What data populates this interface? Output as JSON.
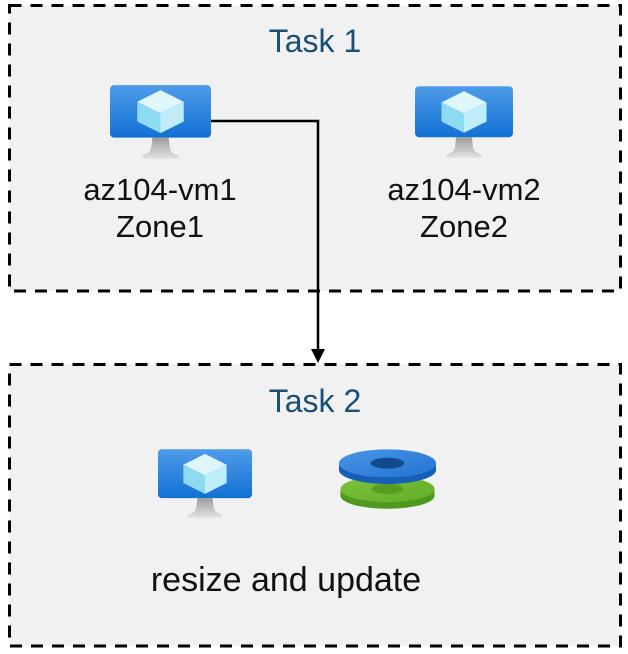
{
  "diagram": {
    "colors": {
      "title_color": "#1b4e74",
      "box_fill": "#f1f1f1",
      "box_border": "#000000",
      "arrow_color": "#000000",
      "text_color": "#111111",
      "azure_vm_blue": "#1272d4",
      "disk_blue": "#2e80dc",
      "disk_green": "#6cba30"
    },
    "tasks": [
      {
        "title": "Task 1",
        "vms": [
          {
            "name": "az104-vm1",
            "zone": "Zone1",
            "icon": "virtual-machine-icon"
          },
          {
            "name": "az104-vm2",
            "zone": "Zone2",
            "icon": "virtual-machine-icon"
          }
        ]
      },
      {
        "title": "Task 2",
        "caption": "resize and update",
        "icons": [
          "virtual-machine-icon",
          "managed-disks-icon"
        ]
      }
    ],
    "connector": {
      "type": "elbow-arrow",
      "from": "az104-vm1",
      "to": "Task 2"
    }
  }
}
